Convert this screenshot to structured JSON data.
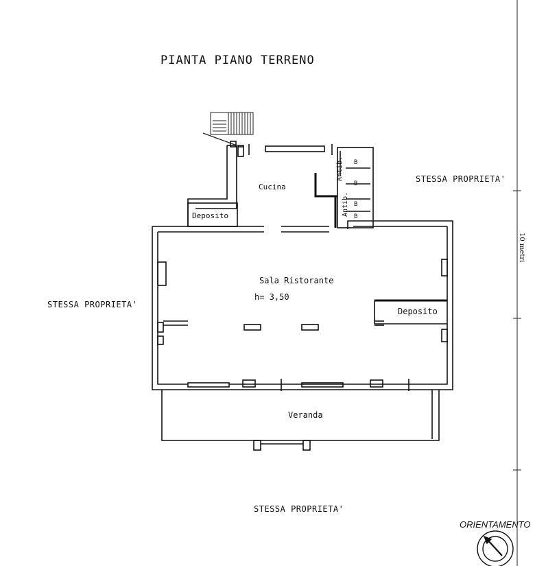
{
  "title": "PIANTA PIANO TERRENO",
  "neighbors": {
    "east": "STESSA PROPRIETA'",
    "west": "STESSA PROPRIETA'",
    "south": "STESSA PROPRIETA'"
  },
  "rooms": {
    "cucina": "Cucina",
    "deposito_small": "Deposito",
    "sala": "Sala Ristorante",
    "height": "h= 3,50",
    "deposito_right": "Deposito",
    "veranda": "Veranda",
    "antib_1": "Antib.",
    "antib_2": "Antib.",
    "bath_labels": [
      "B",
      "B",
      "B",
      "B"
    ]
  },
  "scale_label": "10 metri",
  "orientation_label": "ORIENTAMENTO"
}
